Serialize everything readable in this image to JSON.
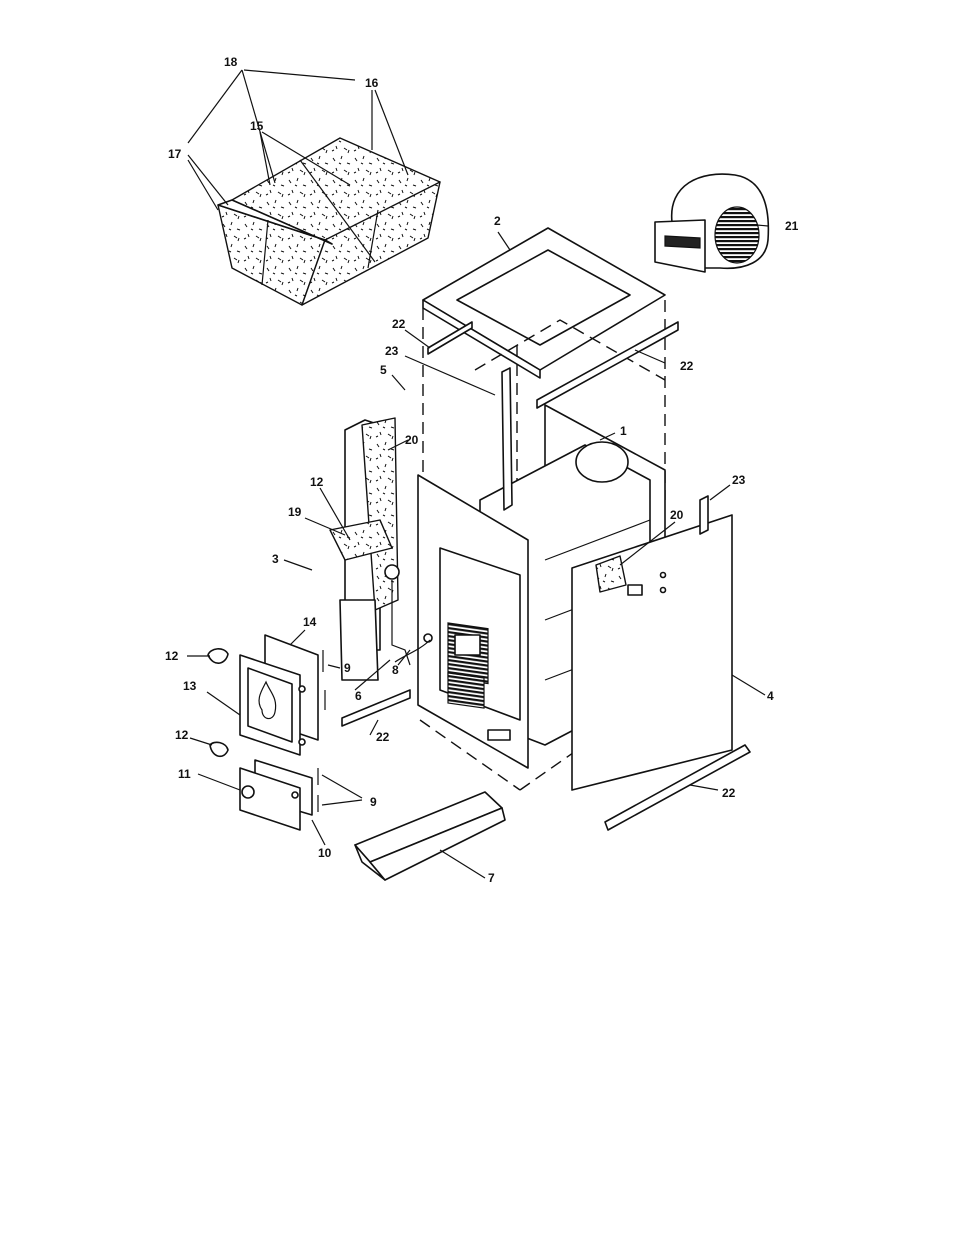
{
  "callouts": {
    "c1": "1",
    "c2": "2",
    "c3": "3",
    "c4": "4",
    "c5": "5",
    "c6": "6",
    "c7": "7",
    "c8": "8",
    "c9a": "9",
    "c9b": "9",
    "c10": "10",
    "c11": "11",
    "c12a": "12",
    "c12b": "12",
    "c12c": "12",
    "c13": "13",
    "c14": "14",
    "c15": "15",
    "c16": "16",
    "c17": "17",
    "c18": "18",
    "c19": "19",
    "c20a": "20",
    "c20b": "20",
    "c21": "21",
    "c22a": "22",
    "c22b": "22",
    "c22c": "22",
    "c22d": "22",
    "c23a": "23",
    "c23b": "23"
  },
  "colors": {
    "ink": "#111111",
    "paper": "#ffffff"
  }
}
